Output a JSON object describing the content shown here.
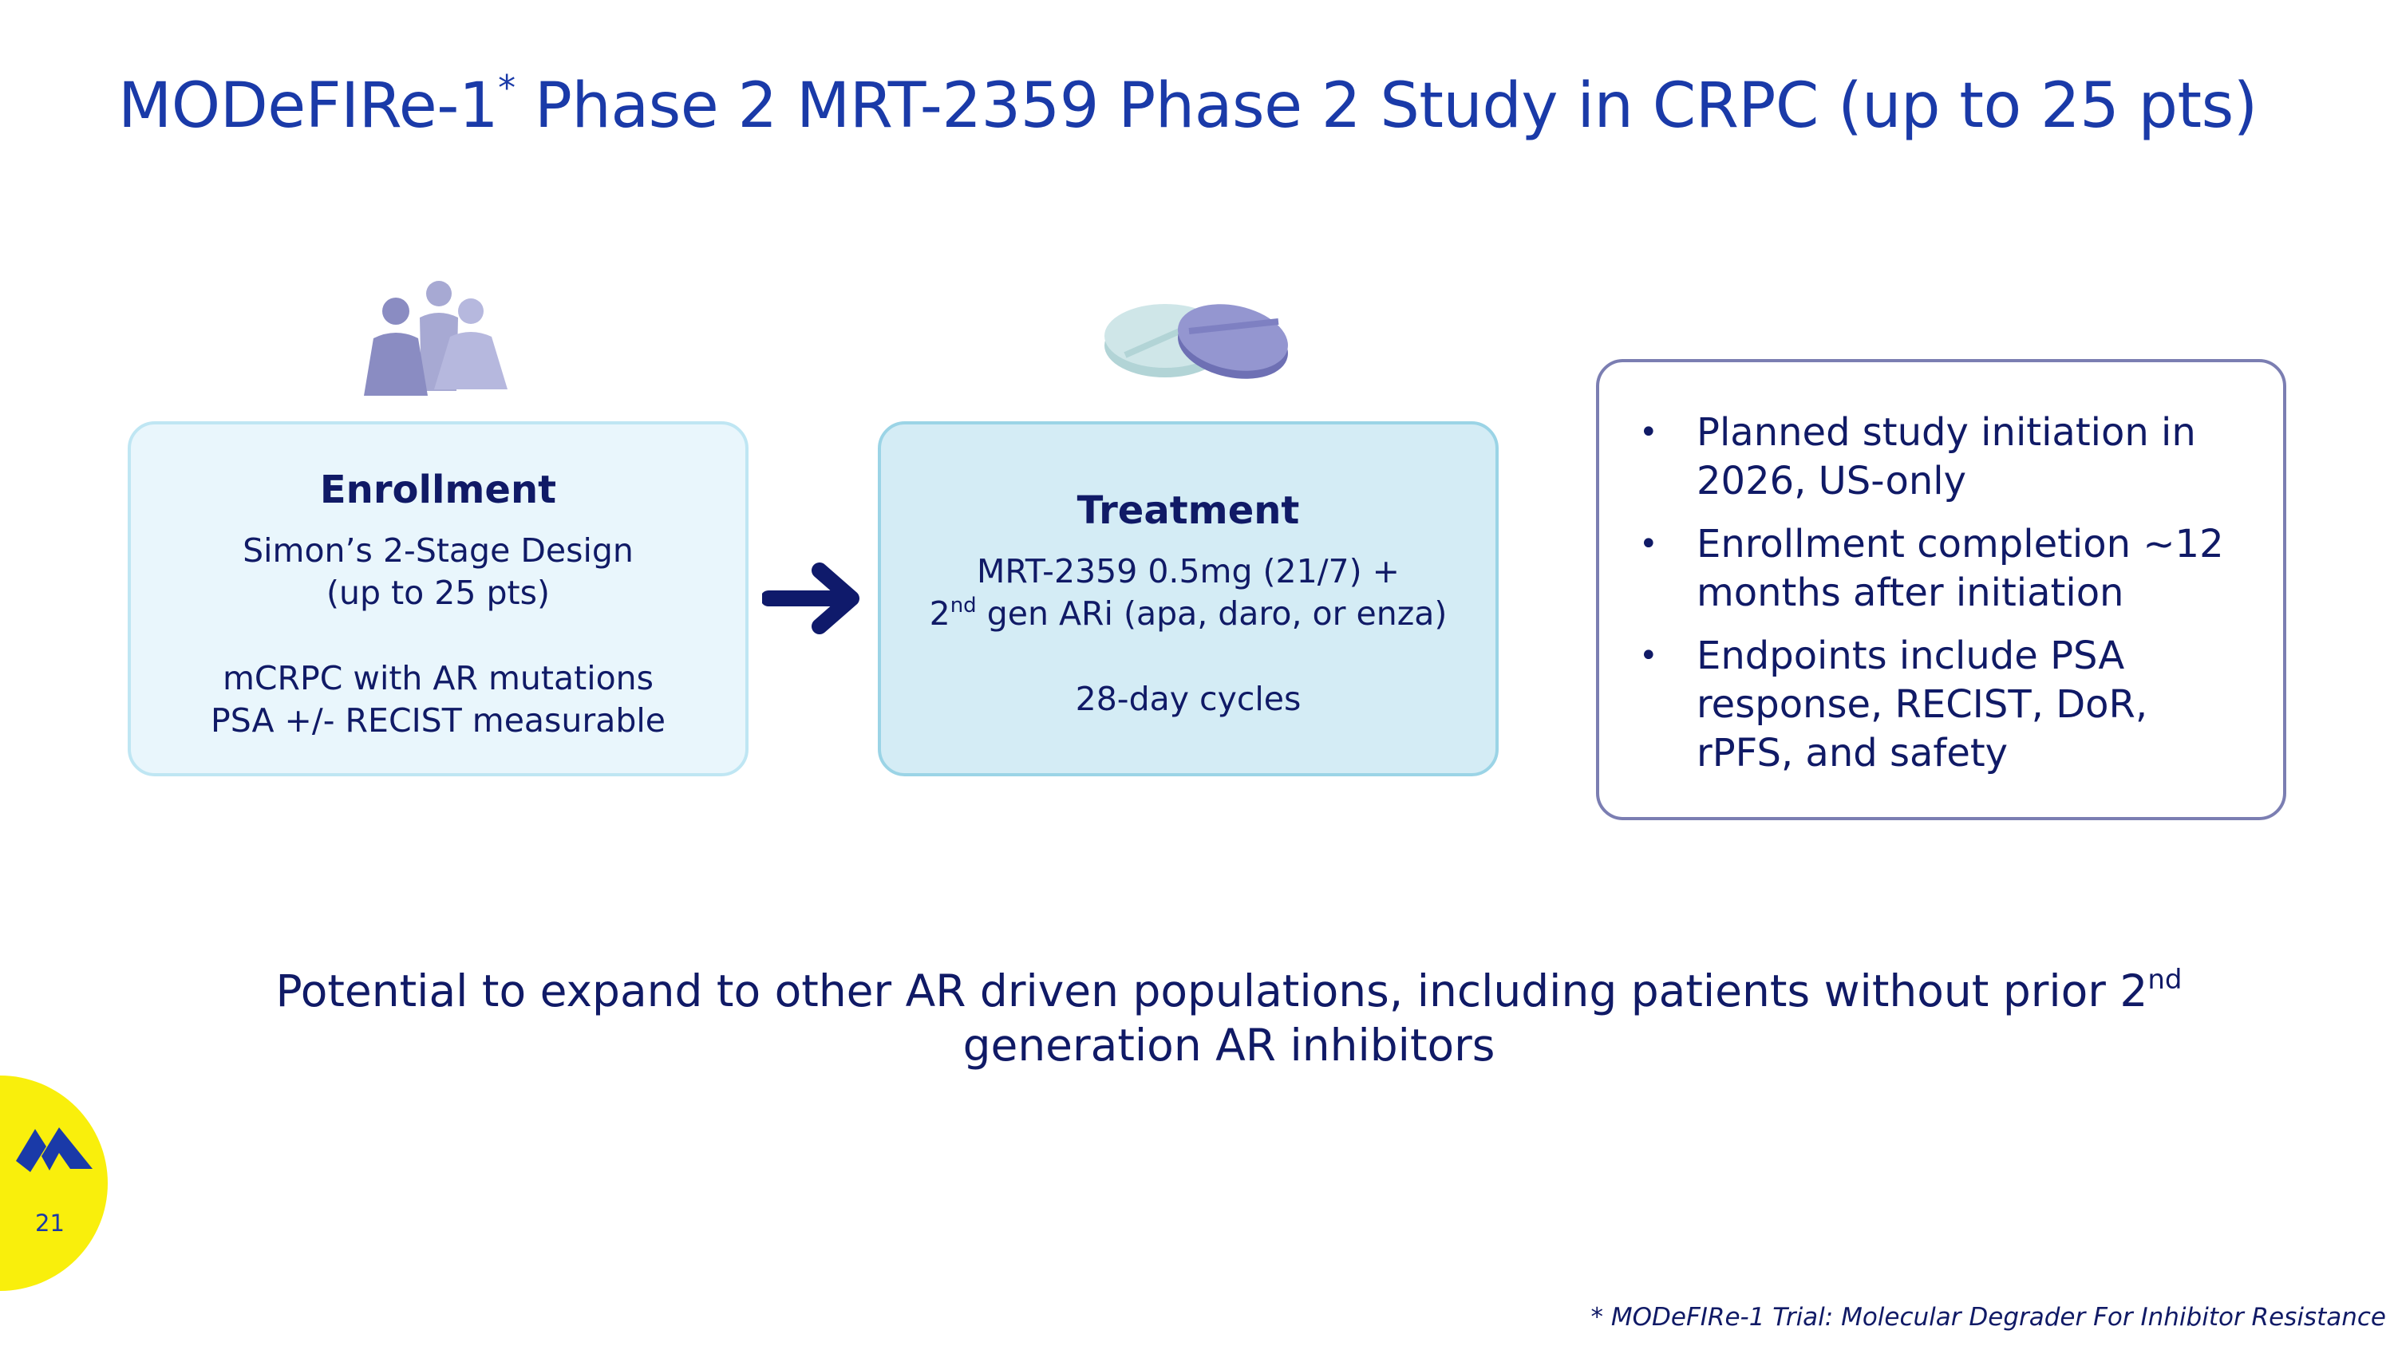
{
  "title": {
    "main": "MODeFIRe-1",
    "marker": "*",
    "rest": " Phase 2 MRT-2359 Phase 2 Study in CRPC (up to 25 pts)"
  },
  "icons": {
    "people": "people-group-icon",
    "pills": "pills-icon",
    "arrow": "arrow-right-icon",
    "logo": "company-logo-icon"
  },
  "enrollment": {
    "title": "Enrollment",
    "line1": "Simon’s 2-Stage Design",
    "line2": "(up to 25 pts)",
    "line3": "mCRPC with AR mutations",
    "line4": "PSA +/- RECIST measurable"
  },
  "treatment": {
    "title": "Treatment",
    "line1": "MRT-2359 0.5mg (21/7) +",
    "line2_prefix": "2",
    "line2_sup": "nd",
    "line2_rest": " gen ARi (apa, daro, or enza)",
    "line3": "28-day cycles"
  },
  "notes": {
    "bullet": "•",
    "items": [
      "Planned study initiation in 2026, US-only",
      "Enrollment completion ~12 months after initiation",
      "Endpoints include PSA response, RECIST, DoR, rPFS, and safety"
    ]
  },
  "bottom": {
    "prefix": "Potential to expand to other AR driven populations, including patients without prior 2",
    "sup": "nd",
    "suffix": " generation AR inhibitors"
  },
  "page_number": "21",
  "footnote": "* MODeFIRe-1 Trial: Molecular Degrader For Inhibitor Resistance",
  "colors": {
    "title": "#1a3aa8",
    "text": "#101a66",
    "enrollment_fill": "#e9f6fc",
    "treatment_fill": "#d4ecf5",
    "notes_border": "#7b7eb2",
    "logo_badge": "#f9ef0c"
  }
}
